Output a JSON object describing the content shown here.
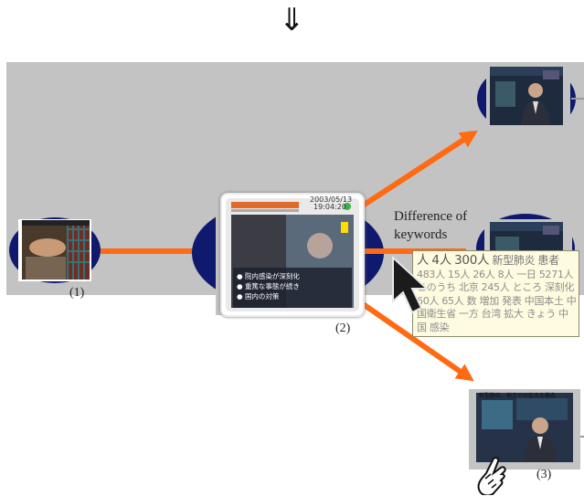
{
  "top_arrow": "⇓",
  "labels": {
    "one": "(1)",
    "two": "(2)",
    "three": "(3)"
  },
  "annotation": {
    "line1": "Difference of",
    "line2": "keywords"
  },
  "keywords": [
    {
      "t": "人",
      "w": "big"
    },
    {
      "t": "4人",
      "w": "big"
    },
    {
      "t": "300人",
      "w": "big"
    },
    {
      "t": "新型肺炎",
      "w": "mid"
    },
    {
      "t": "患者",
      "w": "mid"
    },
    {
      "t": "483人",
      "w": "s"
    },
    {
      "t": "15人",
      "w": "s"
    },
    {
      "t": "26人",
      "w": "s"
    },
    {
      "t": "8人",
      "w": "s"
    },
    {
      "t": "一日",
      "w": "s"
    },
    {
      "t": "5271人",
      "w": "s"
    },
    {
      "t": "このうち",
      "w": "s"
    },
    {
      "t": "北京",
      "w": "s"
    },
    {
      "t": "245人",
      "w": "s"
    },
    {
      "t": "ところ",
      "w": "s"
    },
    {
      "t": "深刻化",
      "w": "s"
    },
    {
      "t": "60人",
      "w": "s"
    },
    {
      "t": "65人",
      "w": "s"
    },
    {
      "t": "数",
      "w": "s"
    },
    {
      "t": "増加",
      "w": "s"
    },
    {
      "t": "発表",
      "w": "s"
    },
    {
      "t": "中国本土",
      "w": "s"
    },
    {
      "t": "中国衛生省",
      "w": "s"
    },
    {
      "t": "一方",
      "w": "s"
    },
    {
      "t": "台湾",
      "w": "s"
    },
    {
      "t": "拡大",
      "w": "s"
    },
    {
      "t": "きょう",
      "w": "s"
    },
    {
      "t": "中国",
      "w": "s"
    },
    {
      "t": "感染",
      "w": "s"
    }
  ],
  "center_screen": {
    "date": "2003/05/13",
    "time": "19:04:20",
    "bullets": [
      "院内感染が深刻化",
      "重篤な事態が続き",
      "国内の対策"
    ]
  },
  "bottom_caption": "新型肺炎、地方での拡大を懸念",
  "colors": {
    "arrow": "#ff6a12",
    "node": "#0f1a6e",
    "gray": "#c3c3c3"
  }
}
